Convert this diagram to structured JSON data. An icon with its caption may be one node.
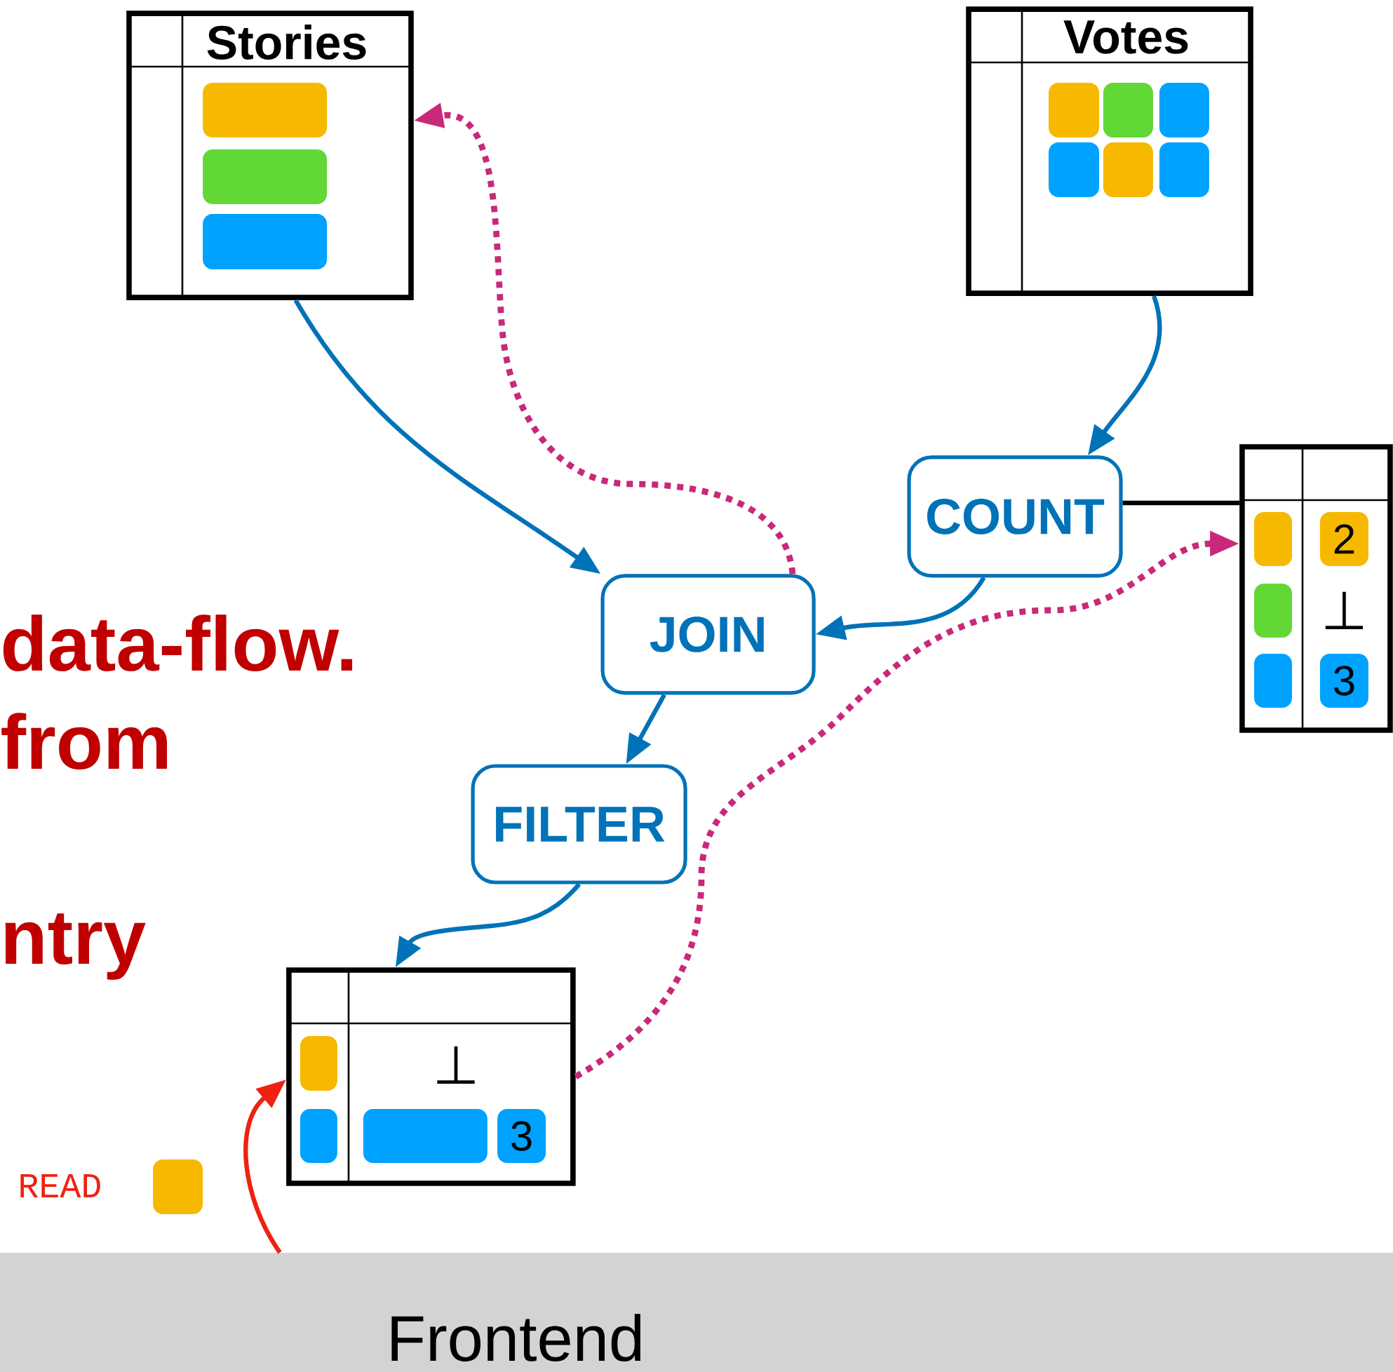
{
  "diagram": {
    "nodes": [
      {
        "text": [
          "Stories"
        ]
      },
      {
        "text": [
          "Votes"
        ]
      },
      {
        "text": [
          "COUNT"
        ]
      },
      {
        "text": [
          "2",
          "⊥",
          "3"
        ]
      },
      {
        "text": [
          "JOIN"
        ]
      },
      {
        "text": [
          "FILTER"
        ]
      },
      {
        "text": [
          "⊥",
          "3"
        ]
      },
      {
        "text": [
          "Frontend"
        ]
      }
    ],
    "edges": [
      {
        "from": 0,
        "to": 4,
        "arrow": "to"
      },
      {
        "from": 1,
        "to": 2,
        "arrow": "to"
      },
      {
        "from": 2,
        "to": 4,
        "arrow": "to"
      },
      {
        "from": 4,
        "to": 5,
        "arrow": "to"
      },
      {
        "from": 5,
        "to": 6,
        "arrow": "to"
      },
      {
        "from": 2,
        "to": 3,
        "arrow": "none",
        "color": "#000000"
      },
      {
        "from": 6,
        "to": 3,
        "arrow": "to",
        "style": "dashed",
        "color": "#c8297a"
      },
      {
        "from": 4,
        "to": 0,
        "arrow": "to",
        "style": "dashed",
        "color": "#c8297a"
      },
      {
        "from": 7,
        "to": 6,
        "arrow": "to",
        "color": "#ee2211"
      }
    ],
    "labels": [
      "data-flow.",
      "from",
      "ntry"
    ],
    "legend": [
      {
        "text": "READ",
        "color": "#f6b900"
      }
    ]
  }
}
